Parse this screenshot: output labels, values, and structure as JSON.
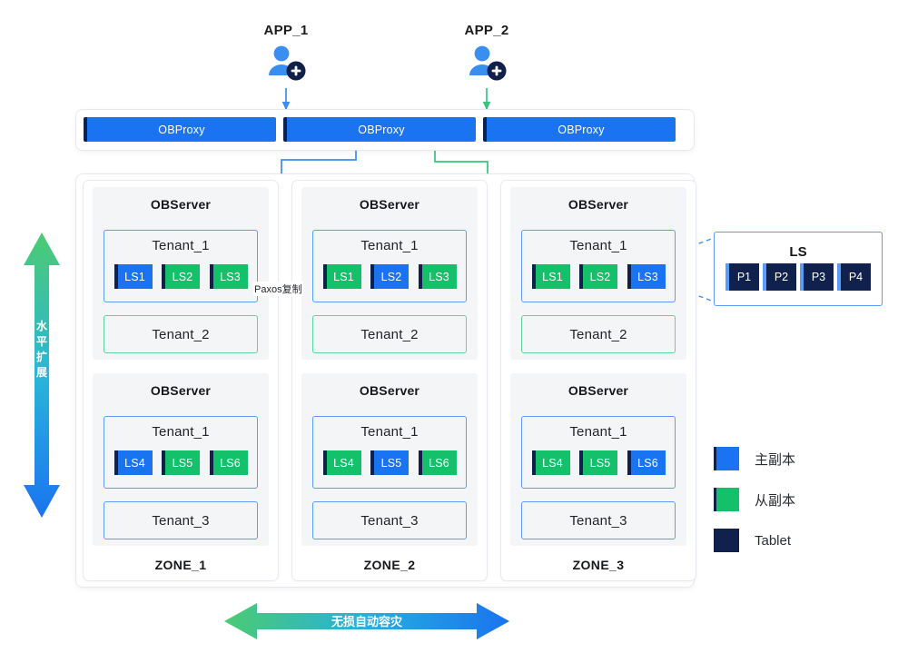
{
  "apps": [
    {
      "label": "APP_1",
      "icon": "user-add-icon",
      "flow_color": "#3a8ef0"
    },
    {
      "label": "APP_2",
      "icon": "user-add-icon",
      "flow_color": "#3ac47d"
    }
  ],
  "proxy_layer": {
    "proxies": [
      {
        "label": "OBProxy"
      },
      {
        "label": "OBProxy"
      },
      {
        "label": "OBProxy"
      }
    ]
  },
  "zones": [
    {
      "label": "ZONE_1",
      "servers": [
        {
          "title": "OBServer",
          "tenants": [
            {
              "name": "Tenant_1",
              "border": "blue",
              "log_streams": [
                {
                  "label": "LS1",
                  "role": "primary"
                },
                {
                  "label": "LS2",
                  "role": "follower"
                },
                {
                  "label": "LS3",
                  "role": "follower"
                }
              ]
            },
            {
              "name": "Tenant_2",
              "border": "green",
              "log_streams": []
            }
          ]
        },
        {
          "title": "OBServer",
          "tenants": [
            {
              "name": "Tenant_1",
              "border": "blue",
              "log_streams": [
                {
                  "label": "LS4",
                  "role": "primary"
                },
                {
                  "label": "LS5",
                  "role": "follower"
                },
                {
                  "label": "LS6",
                  "role": "follower"
                }
              ]
            },
            {
              "name": "Tenant_3",
              "border": "blue",
              "log_streams": []
            }
          ]
        }
      ]
    },
    {
      "label": "ZONE_2",
      "servers": [
        {
          "title": "OBServer",
          "tenants": [
            {
              "name": "Tenant_1",
              "border": "blue",
              "log_streams": [
                {
                  "label": "LS1",
                  "role": "follower"
                },
                {
                  "label": "LS2",
                  "role": "primary"
                },
                {
                  "label": "LS3",
                  "role": "follower"
                }
              ]
            },
            {
              "name": "Tenant_2",
              "border": "green",
              "log_streams": []
            }
          ]
        },
        {
          "title": "OBServer",
          "tenants": [
            {
              "name": "Tenant_1",
              "border": "blue",
              "log_streams": [
                {
                  "label": "LS4",
                  "role": "follower"
                },
                {
                  "label": "LS5",
                  "role": "primary"
                },
                {
                  "label": "LS6",
                  "role": "follower"
                }
              ]
            },
            {
              "name": "Tenant_3",
              "border": "blue",
              "log_streams": []
            }
          ]
        }
      ]
    },
    {
      "label": "ZONE_3",
      "servers": [
        {
          "title": "OBServer",
          "tenants": [
            {
              "name": "Tenant_1",
              "border": "blue",
              "log_streams": [
                {
                  "label": "LS1",
                  "role": "follower"
                },
                {
                  "label": "LS2",
                  "role": "follower"
                },
                {
                  "label": "LS3",
                  "role": "primary"
                }
              ]
            },
            {
              "name": "Tenant_2",
              "border": "green",
              "log_streams": []
            }
          ]
        },
        {
          "title": "OBServer",
          "tenants": [
            {
              "name": "Tenant_1",
              "border": "blue",
              "log_streams": [
                {
                  "label": "LS4",
                  "role": "follower"
                },
                {
                  "label": "LS5",
                  "role": "follower"
                },
                {
                  "label": "LS6",
                  "role": "primary"
                }
              ]
            },
            {
              "name": "Tenant_3",
              "border": "blue",
              "log_streams": []
            }
          ]
        }
      ]
    }
  ],
  "ls_detail": {
    "title": "LS",
    "tablets": [
      {
        "label": "P1"
      },
      {
        "label": "P2"
      },
      {
        "label": "P3"
      },
      {
        "label": "P4"
      }
    ]
  },
  "annotations": {
    "paxos": "Paxos复制",
    "vertical_arrow": "水平扩展",
    "horizontal_arrow": "无损自动容灾"
  },
  "legend": {
    "items": [
      {
        "label": "主副本",
        "color": "#1a73f0",
        "stripe": "#10204a"
      },
      {
        "label": "从副本",
        "color": "#15c06a",
        "stripe": "#10204a"
      },
      {
        "label": "Tablet",
        "color": "#11214e",
        "stripe": "#10204a"
      }
    ]
  },
  "colors": {
    "primary_blue": "#1a73f0",
    "follower_green": "#15c06a",
    "tablet_navy": "#11214e",
    "border_blue": "#5b9cf8",
    "border_green": "#5fd49b",
    "panel_gray": "#f4f5f7",
    "background": "#ffffff"
  }
}
